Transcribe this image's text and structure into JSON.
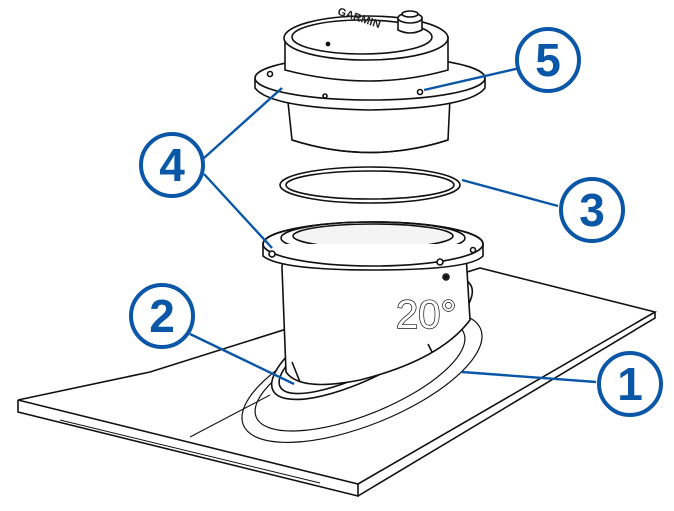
{
  "diagram": {
    "angle_label": "20°",
    "logo_text": "GARMIN",
    "callouts": [
      {
        "id": "hull-surface",
        "number": "1"
      },
      {
        "id": "fairing-block-base",
        "number": "2"
      },
      {
        "id": "o-ring",
        "number": "3"
      },
      {
        "id": "screws",
        "number": "4"
      },
      {
        "id": "transducer",
        "number": "5"
      }
    ],
    "colors": {
      "callout": "#0a57a8",
      "line": "#111111",
      "fill": "#ffffff"
    }
  }
}
